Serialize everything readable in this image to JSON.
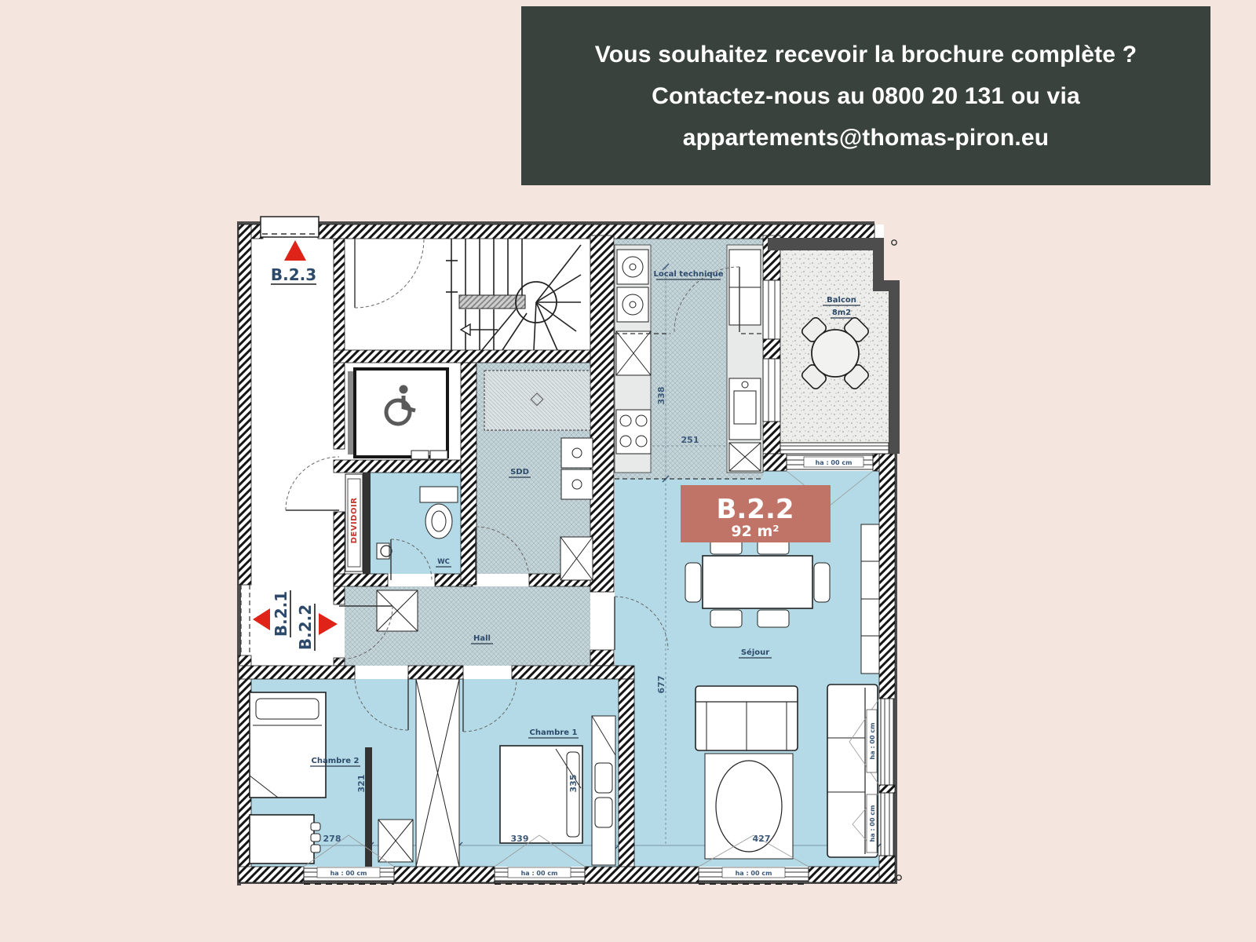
{
  "banner": {
    "background": "#3a423e",
    "text_color": "#ffffff",
    "lines": [
      "Vous souhaitez recevoir la brochure complète ?",
      "Contactez-nous au 0800 20 131 ou via",
      "appartements@thomas-piron.eu"
    ]
  },
  "plan": {
    "badge": {
      "code": "B.2.2",
      "area": "92 m²",
      "background": "#bf7467"
    },
    "markers": {
      "b23": "B.2.3",
      "b21": "B.2.1",
      "b22": "B.2.2",
      "arrow_color": "#e02318"
    },
    "labels": {
      "local_technique": "Local technique",
      "balcon": "Balcon",
      "balcon_area": "8m2",
      "sdd": "SDD",
      "wc": "WC",
      "hall": "Hall",
      "sejour": "Séjour",
      "chambre1": "Chambre 1",
      "chambre2": "Chambre 2",
      "devidoir": "DEVIDOIR"
    },
    "dimensions": {
      "chambre2_width": "278",
      "chambre2_depth": "321",
      "chambre1_width": "339",
      "chambre1_depth": "335",
      "sejour_width": "427",
      "sejour_depth": "677",
      "kitchen_width": "251",
      "kitchen_depth": "338"
    },
    "window_height_label": "ha : 00 cm",
    "colors": {
      "room_fill": "#b3dae6",
      "technical_floor": "#c6d5d9",
      "balcony_floor": "#ededeb",
      "label_text": "#2e4a6b",
      "dimension_text": "#3b5878",
      "devidoir_text": "#c4372f"
    }
  }
}
